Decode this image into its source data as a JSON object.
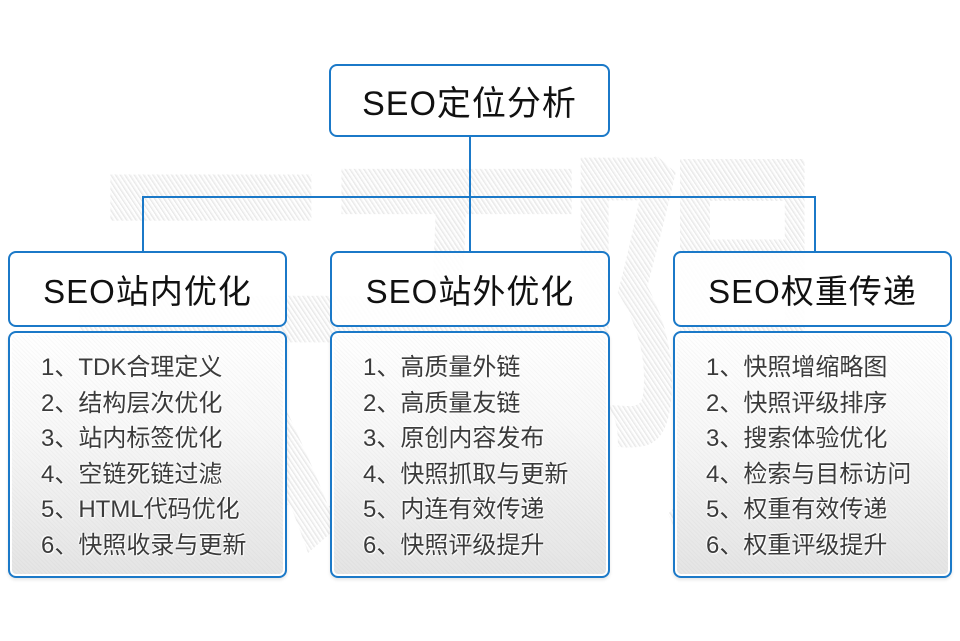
{
  "colors": {
    "accent": "#1b79c8",
    "header_text": "#111111",
    "item_text": "#3b3b3b"
  },
  "watermark": {
    "text": "云无限"
  },
  "diagram": {
    "root": {
      "title": "SEO定位分析"
    },
    "columns": [
      {
        "title": "SEO站内优化",
        "items": [
          "1、TDK合理定义",
          "2、结构层次优化",
          "3、站内标签优化",
          "4、空链死链过滤",
          "5、HTML代码优化",
          "6、快照收录与更新"
        ]
      },
      {
        "title": "SEO站外优化",
        "items": [
          "1、高质量外链",
          "2、高质量友链",
          "3、原创内容发布",
          "4、快照抓取与更新",
          "5、内连有效传递",
          "6、快照评级提升"
        ]
      },
      {
        "title": "SEO权重传递",
        "items": [
          "1、快照增缩略图",
          "2、快照评级排序",
          "3、搜索体验优化",
          "4、检索与目标访问",
          "5、权重有效传递",
          "6、权重评级提升"
        ]
      }
    ]
  }
}
